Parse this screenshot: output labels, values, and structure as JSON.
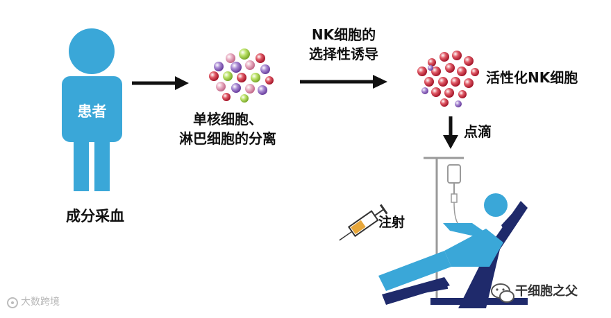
{
  "labels": {
    "patient_torso": "患者",
    "patient_caption": "成分采血",
    "separation_line1": "单核细胞、",
    "separation_line2": "淋巴细胞的分离",
    "induction_line1": "NK细胞的",
    "induction_line2": "选择性诱导",
    "activated": "活性化NK细胞",
    "drip": "点滴",
    "injection": "注射"
  },
  "watermarks": {
    "left": "大数跨境",
    "right": "干细胞之父"
  },
  "colors": {
    "figure_blue": "#3aa7d8",
    "arrow": "#111111",
    "chair_navy": "#1f2a6b",
    "cell_red": "#c8283a",
    "cell_purple": "#8a5cb8",
    "cell_green": "#9acb3c",
    "cell_pink": "#d98aa6"
  }
}
